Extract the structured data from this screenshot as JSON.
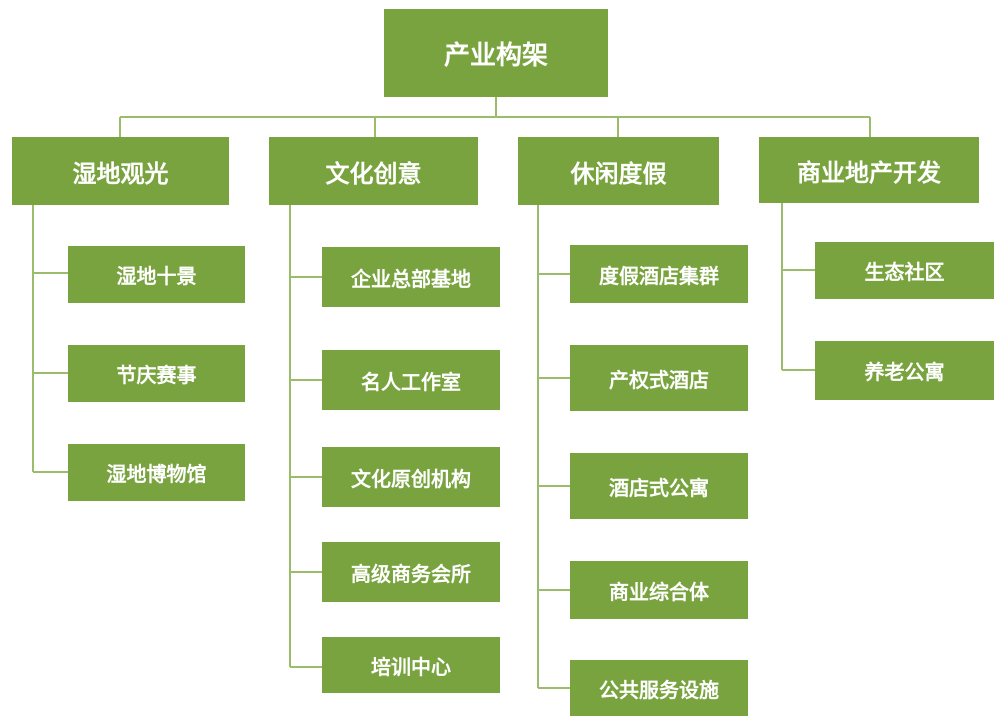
{
  "root": {
    "label": "产业构架"
  },
  "categories": [
    {
      "label": "湿地观光",
      "children": [
        "湿地十景",
        "节庆赛事",
        "湿地博物馆"
      ]
    },
    {
      "label": "文化创意",
      "children": [
        "企业总部基地",
        "名人工作室",
        "文化原创机构",
        "高级商务会所",
        "培训中心"
      ]
    },
    {
      "label": "休闲度假",
      "children": [
        "度假酒店集群",
        "产权式酒店",
        "酒店式公寓",
        "商业综合体",
        "公共服务设施"
      ]
    },
    {
      "label": "商业地产开发",
      "children": [
        "生态社区",
        "养老公寓"
      ]
    }
  ],
  "colors": {
    "box": "#78a33f",
    "line": "#9bbd6b",
    "text": "#ffffff"
  }
}
